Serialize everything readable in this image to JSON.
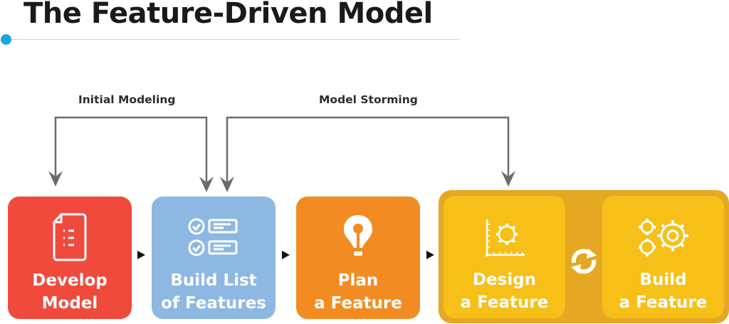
{
  "title": "The Feature-Driven Model",
  "labels": {
    "initial_modeling": "Initial Modeling",
    "model_storming": "Model Storming"
  },
  "colors": {
    "accent_dot": "#1aa7e0",
    "develop_model": "#f04a3c",
    "build_list": "#8db8e2",
    "plan_feature": "#f28c22",
    "design_feature": "#f6c018",
    "build_feature": "#f6c018",
    "iteration_group": "#e5a823",
    "connector": "#6b6b6b"
  },
  "steps": [
    {
      "line1": "Develop",
      "line2": "Model",
      "icon": "document-list-icon"
    },
    {
      "line1": "Build List",
      "line2": "of Features",
      "icon": "checklist-icon"
    },
    {
      "line1": "Plan",
      "line2": "a Feature",
      "icon": "lightbulb-icon"
    },
    {
      "line1": "Design",
      "line2": "a Feature",
      "icon": "gear-chart-icon"
    },
    {
      "line1": "Build",
      "line2": "a Feature",
      "icon": "gears-icon"
    }
  ],
  "cycle_icon": "refresh-cycle-icon"
}
